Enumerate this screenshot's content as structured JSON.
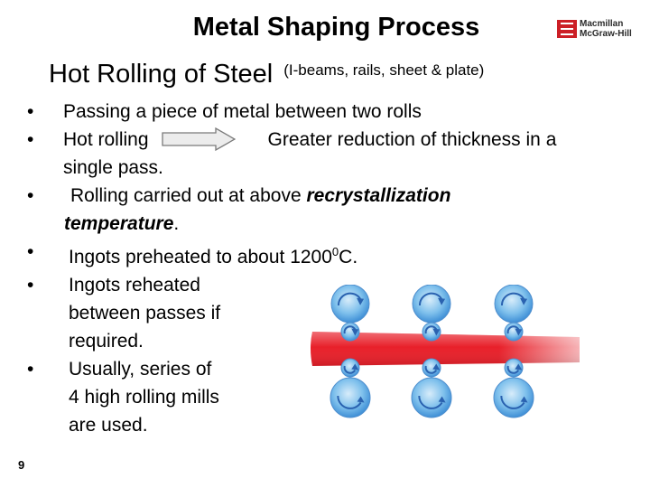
{
  "title": "Metal Shaping Process",
  "logo": {
    "line1": "Macmillan",
    "line2": "McGraw-Hill"
  },
  "subtitle": {
    "main": "Hot Rolling of Steel",
    "note": "(I-beams, rails, sheet & plate)"
  },
  "bullets": {
    "b1": "Passing a piece of metal between two rolls",
    "b2_pre": "Hot rolling",
    "b2_post": "Greater reduction of thickness in a",
    "b2_cont": "single pass.",
    "b3_pre": "Rolling carried out at above ",
    "b3_em": "recrystallization",
    "b3_em2": "temperature",
    "b3_post": ".",
    "b4_pre": "Ingots preheated to about 1200",
    "b4_sup": "0",
    "b4_post": "C.",
    "b5_l1": "Ingots reheated",
    "b5_l2": "between passes if",
    "b5_l3": "required.",
    "b6_l1": "Usually, series of",
    "b6_l2": "4 high rolling mills",
    "b6_l3": "are used."
  },
  "bullet_char": "•",
  "page_number": "9",
  "colors": {
    "roll_fill": "#7ec0ec",
    "roll_edge": "#2a62b0",
    "metal_red": "#e8202a",
    "arrow_fill": "#ececec",
    "arrow_edge": "#7a7a7a"
  }
}
